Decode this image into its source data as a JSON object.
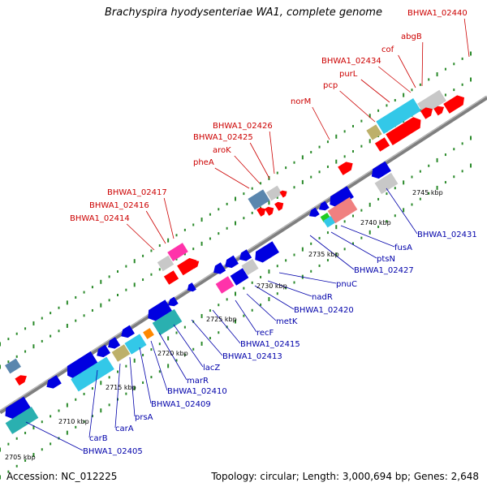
{
  "title": "Brachyspira hyodysenteriae WA1, complete genome",
  "footer": {
    "accession": "Accession: NC_012225",
    "summary": "Topology: circular; Length: 3,000,694 bp; Genes: 2,648"
  },
  "colors": {
    "backbone": "#7f7f7f",
    "forward_label": "#cc0000",
    "reverse_label": "#0000aa",
    "tick_dots": "#2a8a2a",
    "gene_red": "#ff0000",
    "gene_blue": "#0000e0",
    "gene_cyan": "#33c8e8",
    "gene_teal": "#2ab0b0",
    "gene_gray": "#c8c8c8",
    "gene_pink": "#ff33aa",
    "gene_khaki": "#bdb06a",
    "gene_orange": "#ff8800",
    "gene_steel": "#5a86ae",
    "gene_green": "#22cc22",
    "gene_salmon": "#f08080"
  },
  "ticks": [
    "2705 kbp",
    "2710 kbp",
    "2715 kbp",
    "2720 kbp",
    "2725 kbp",
    "2730 kbp",
    "2735 kbp",
    "2740 kbp",
    "2745 kbp"
  ],
  "forward_labels": [
    "BHWA1_02414",
    "BHWA1_02416",
    "BHWA1_02417",
    "pheA",
    "aroK",
    "BHWA1_02425",
    "BHWA1_02426",
    "norM",
    "pcp",
    "purL",
    "BHWA1_02434",
    "cof",
    "abgB",
    "BHWA1_02440"
  ],
  "reverse_labels": [
    "BHWA1_02405",
    "carB",
    "carA",
    "prsA",
    "BHWA1_02409",
    "BHWA1_02410",
    "marR",
    "lacZ",
    "BHWA1_02413",
    "BHWA1_02415",
    "recF",
    "metK",
    "BHWA1_02420",
    "nadR",
    "pnuC",
    "BHWA1_02427",
    "ptsN",
    "fusA",
    "BHWA1_02431"
  ]
}
